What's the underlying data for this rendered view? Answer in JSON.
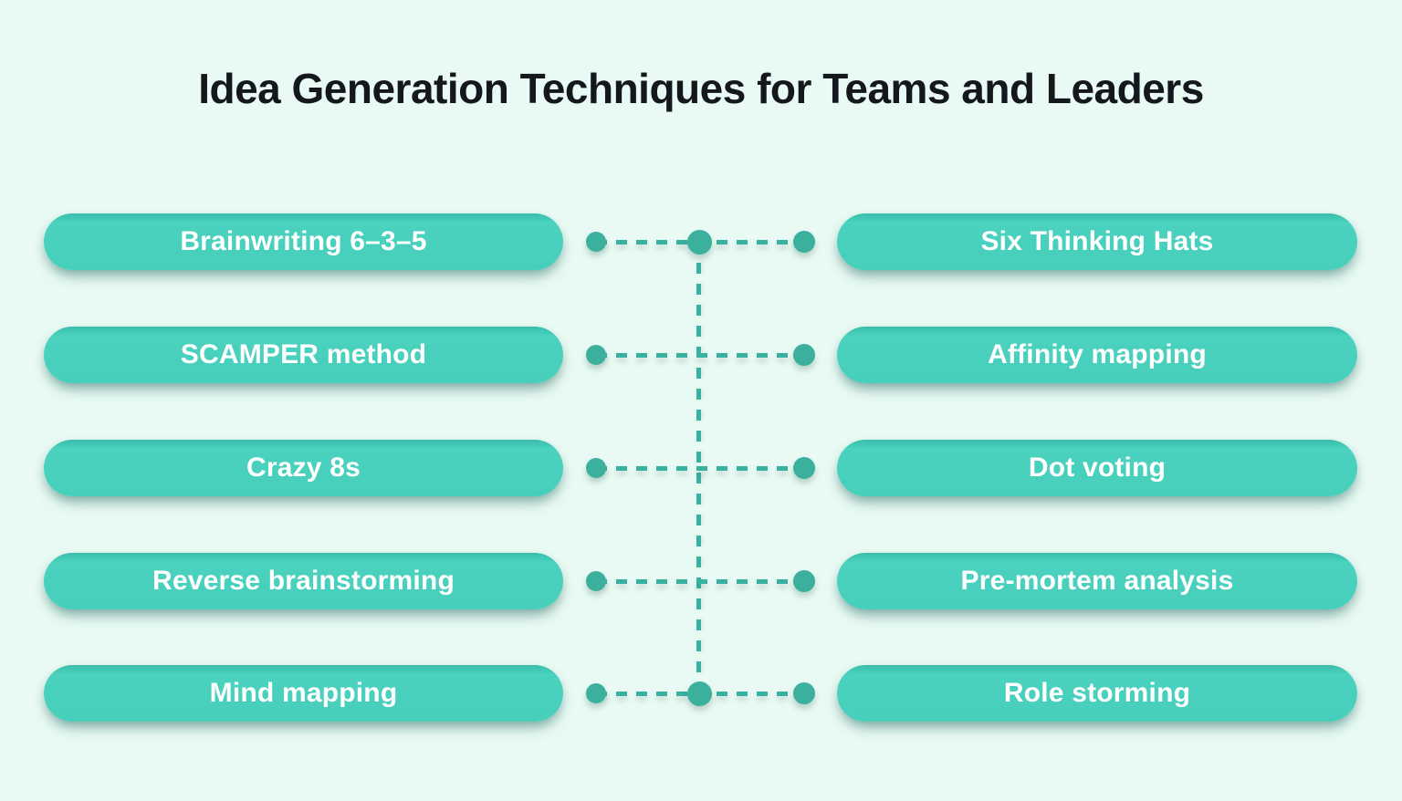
{
  "title": "Idea Generation Techniques for Teams and Leaders",
  "colors": {
    "background": "#e9faf4",
    "pill_fill": "#47cfbc",
    "pill_text": "#ffffff",
    "connector_accent": "#3ab09d",
    "title_text": "#14181c"
  },
  "rows": [
    {
      "left": "Brainwriting 6–3–5",
      "right": "Six Thinking Hats"
    },
    {
      "left": "SCAMPER method",
      "right": "Affinity mapping"
    },
    {
      "left": "Crazy 8s",
      "right": "Dot voting"
    },
    {
      "left": "Reverse brainstorming",
      "right": "Pre-mortem analysis"
    },
    {
      "left": "Mind mapping",
      "right": "Role storming"
    }
  ]
}
